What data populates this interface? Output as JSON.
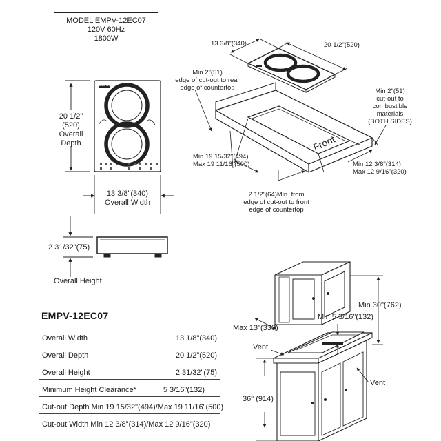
{
  "model_box": {
    "line1": "MODEL EMPV-12EC07",
    "line2": "120V   60Hz",
    "line3": "1800W"
  },
  "top_view": {
    "brand_badge": "EMPURA",
    "depth_value": "20 1/2\"",
    "depth_metric": "(520)",
    "depth_label1": "Overall",
    "depth_label2": "Depth",
    "width_label1": "13 3/8\"(340)",
    "width_label2": "Overall Width"
  },
  "side_view": {
    "height_value": "2 31/32\"(75)",
    "height_label": "Overall Height"
  },
  "cutout": {
    "top_width": "13 3/8\"(340)",
    "top_depth": "20 1/2\"(520)",
    "rear_min1": "Min 2\"(51)",
    "rear_min2": "edge of cut-out to rear",
    "rear_min3": "edge of countertop",
    "side_min1": "Min 2\"(51)",
    "side_min2": "cut-out to",
    "side_min3": "combustible",
    "side_min4": "materials",
    "side_min5": "(BOTH SIDES)",
    "depth_min": "Min 19 15/32\"(494)",
    "depth_max": "Max 19 11/16\"(500)",
    "width_min": "Min 12 3/8\"(314)",
    "width_max": "Max 12 9/16\"(320)",
    "front_min1": "2 1/2\"(64)Min. from",
    "front_min2": "edge of cut-out to front",
    "front_min3": "edge of countertop",
    "front_word": "Front"
  },
  "cabinet": {
    "max13": "Max 13\"(330)",
    "min30": "Min 30\"(762)",
    "min5": "Min 5 3/16\"(132)",
    "vent1": "Vent",
    "vent2": "Vent",
    "h36": "36\" (914)"
  },
  "spec": {
    "title": "EMPV-12EC07",
    "rows": [
      {
        "label": "Overall Width",
        "value": "13 1/8\"(340)"
      },
      {
        "label": "Overall Depth",
        "value": "20 1/2\"(520)"
      },
      {
        "label": "Overall Height",
        "value": "2 31/32\"(75)"
      },
      {
        "label": "Minimum Height Clearance*",
        "value": "5 3/16\"(132)"
      },
      {
        "label": "Cut-out Depth Min 19 15/32\"(494)/Max 19 11/16\"(500)",
        "value": ""
      },
      {
        "label": "Cut-out Width Min 12 3/8\"(314)/Max 12 9/16\"(320)",
        "value": ""
      }
    ]
  }
}
